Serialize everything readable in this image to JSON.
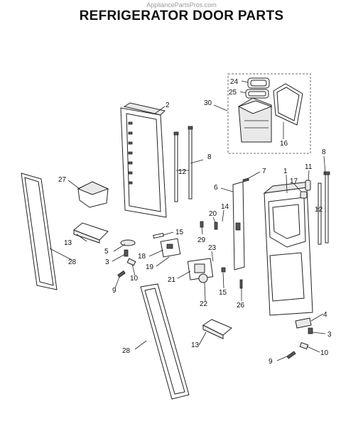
{
  "watermark": "AppliancePartsPros.com",
  "title": "REFRIGERATOR DOOR PARTS",
  "callouts": {
    "c24": "24",
    "c25": "25",
    "c30": "30",
    "c16": "16",
    "c2": "2",
    "c8a": "8",
    "c12a": "12",
    "c27": "27",
    "c7": "7",
    "c6": "6",
    "c1": "1",
    "c8b": "8",
    "c11": "11",
    "c17": "17",
    "c12b": "12",
    "c20": "20",
    "c14": "14",
    "c15a": "15",
    "c29": "29",
    "c13a": "13",
    "c5": "5",
    "c3a": "3",
    "c18": "18",
    "c19": "19",
    "c28a": "28",
    "c10a": "10",
    "c9a": "9",
    "c23": "23",
    "c21": "21",
    "c15b": "15",
    "c22": "22",
    "c26": "26",
    "c4": "4",
    "c3b": "3",
    "c28b": "28",
    "c13b": "13",
    "c10b": "10",
    "c9b": "9"
  }
}
